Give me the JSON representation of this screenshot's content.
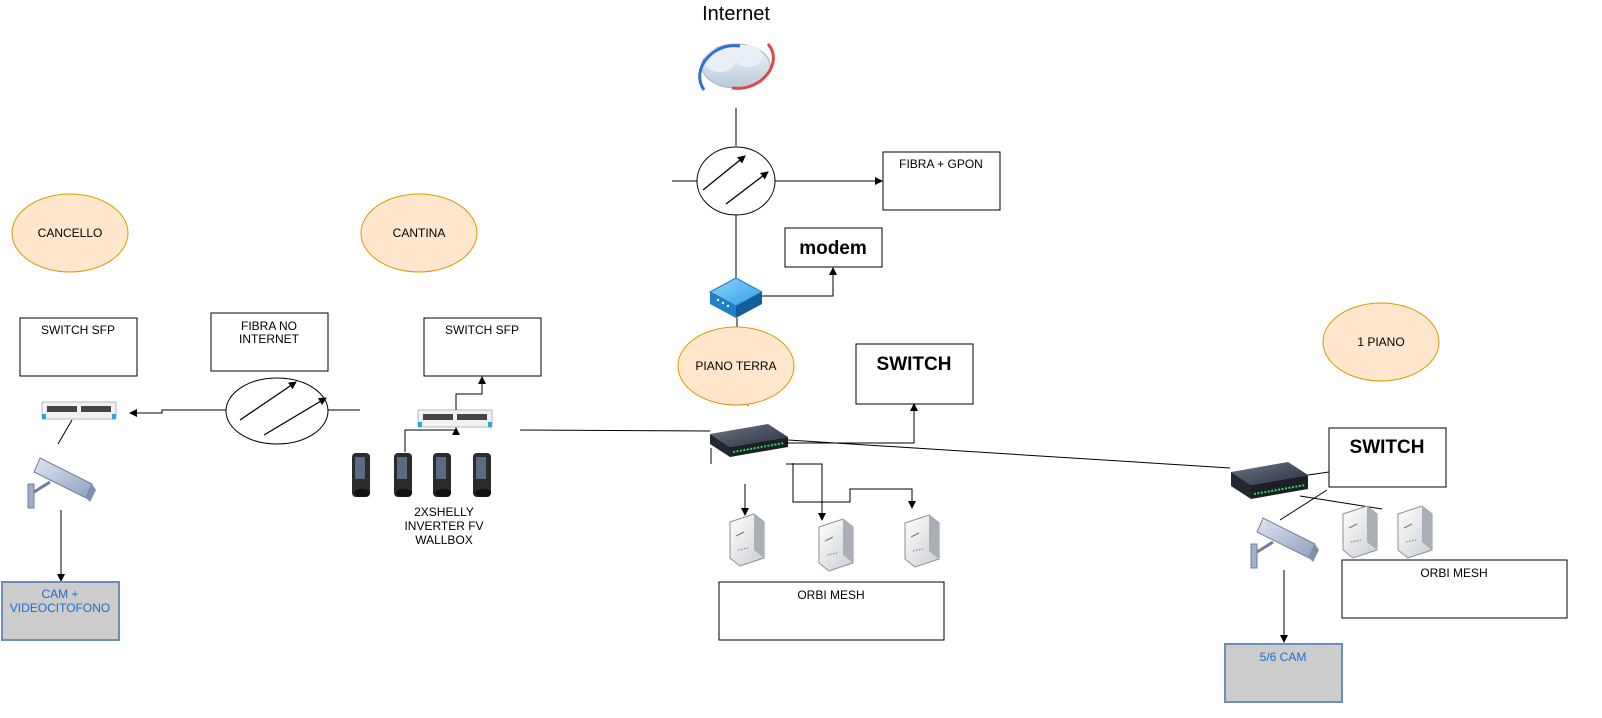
{
  "diagram": {
    "internet_label": "Internet",
    "labels": {
      "fibra_gpon": "FIBRA + GPON",
      "modem": "modem",
      "piano_terra": "PIANO TERRA",
      "switch_center": "SWITCH",
      "orbi_center": "ORBI MESH",
      "cancello": "CANCELLO",
      "cantina": "CANTINA",
      "switch_sfp_left": "SWITCH SFP",
      "fibra_no_internet_1": "FIBRA  NO",
      "fibra_no_internet_2": "INTERNET",
      "switch_sfp_cantina": "SWITCH SFP",
      "shelly_1": "2XSHELLY",
      "shelly_2": "INVERTER FV",
      "shelly_3": "WALLBOX",
      "cam_video_1": "CAM +",
      "cam_video_2": "VIDEOCITOFONO",
      "primo_piano": "1 PIANO",
      "switch_right": "SWITCH",
      "orbi_right": "ORBI MESH",
      "cam_right": "5/6 CAM"
    },
    "colors": {
      "oval_fill": "#ffe6cc",
      "oval_stroke": "#d79b00",
      "cam_box_fill": "#cccccc",
      "cam_box_stroke": "#6c8ebf",
      "cam_text": "#1a6fd1"
    },
    "icons": [
      "internet-cloud-icon",
      "optical-splitter-icon",
      "modem-icon",
      "switch-icon",
      "sfp-switch-icon",
      "security-camera-icon",
      "orbi-mesh-icon",
      "shelly-device-icon"
    ]
  }
}
